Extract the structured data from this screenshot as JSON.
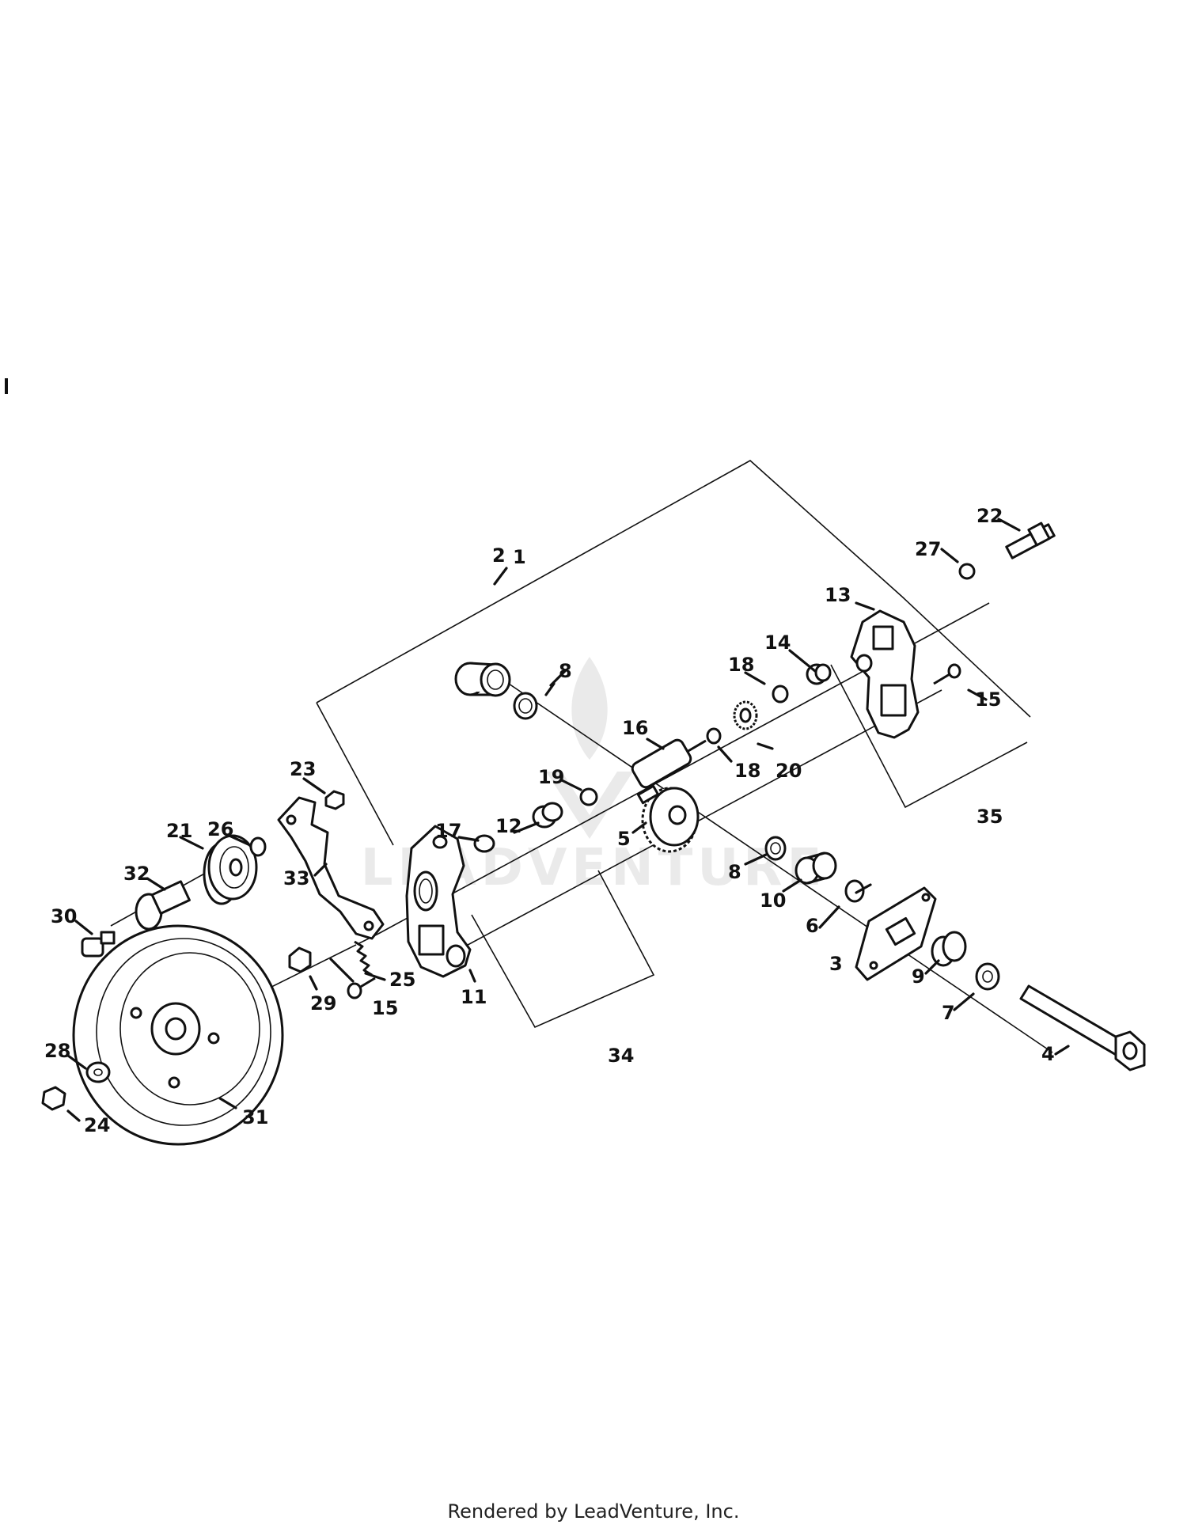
{
  "footer": {
    "text": "Rendered by LeadVenture, Inc."
  },
  "watermark": {
    "text": "LEADVENTURE"
  },
  "callouts": [
    {
      "id": "1"
    },
    {
      "id": "2"
    },
    {
      "id": "3"
    },
    {
      "id": "4"
    },
    {
      "id": "5"
    },
    {
      "id": "6"
    },
    {
      "id": "7"
    },
    {
      "id": "8"
    },
    {
      "id": "8"
    },
    {
      "id": "9"
    },
    {
      "id": "10"
    },
    {
      "id": "11"
    },
    {
      "id": "12"
    },
    {
      "id": "13"
    },
    {
      "id": "14"
    },
    {
      "id": "15"
    },
    {
      "id": "15"
    },
    {
      "id": "16"
    },
    {
      "id": "17"
    },
    {
      "id": "18"
    },
    {
      "id": "18"
    },
    {
      "id": "19"
    },
    {
      "id": "20"
    },
    {
      "id": "21"
    },
    {
      "id": "22"
    },
    {
      "id": "23"
    },
    {
      "id": "24"
    },
    {
      "id": "25"
    },
    {
      "id": "26"
    },
    {
      "id": "27"
    },
    {
      "id": "28"
    },
    {
      "id": "29"
    },
    {
      "id": "30"
    },
    {
      "id": "31"
    },
    {
      "id": "32"
    },
    {
      "id": "33"
    },
    {
      "id": "34"
    },
    {
      "id": "35"
    }
  ]
}
